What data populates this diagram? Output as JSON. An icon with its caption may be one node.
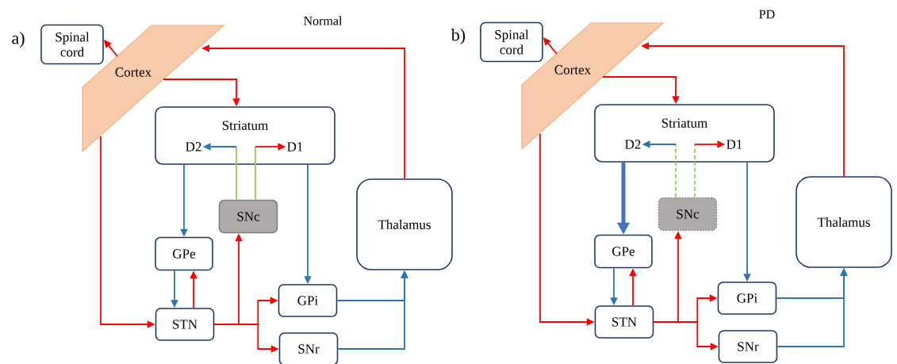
{
  "diagram": {
    "nodes": [
      {
        "text": [
          "Spinal cord"
        ]
      },
      {
        "text": [
          "Cortex"
        ]
      },
      {
        "text": [
          "Striatum"
        ]
      },
      {
        "text": [
          "D2"
        ],
        "in": 2
      },
      {
        "text": [
          "D1"
        ],
        "in": 2
      },
      {
        "text": [
          "SNc"
        ]
      },
      {
        "text": [
          "GPe"
        ]
      },
      {
        "text": [
          "STN"
        ]
      },
      {
        "text": [
          "GPi"
        ]
      },
      {
        "text": [
          "SNr"
        ]
      },
      {
        "text": [
          "Thalamus"
        ]
      },
      {
        "text": [
          "Spinal cord"
        ]
      },
      {
        "text": [
          "Cortex"
        ]
      },
      {
        "text": [
          "Striatum"
        ]
      },
      {
        "text": [
          "D2"
        ],
        "in": 13
      },
      {
        "text": [
          "D1"
        ],
        "in": 13
      },
      {
        "text": [
          "SNc"
        ]
      },
      {
        "text": [
          "GPe"
        ]
      },
      {
        "text": [
          "STN"
        ]
      },
      {
        "text": [
          "GPi"
        ]
      },
      {
        "text": [
          "SNr"
        ]
      },
      {
        "text": [
          "Thalamus"
        ]
      }
    ],
    "edges": [
      {
        "from": 1,
        "to": 0,
        "arrow": "to"
      },
      {
        "from": 1,
        "to": 2,
        "arrow": "to"
      },
      {
        "from": 1,
        "to": 7,
        "arrow": "to"
      },
      {
        "from": 10,
        "to": 1,
        "arrow": "to"
      },
      {
        "from": 5,
        "to": 3,
        "arrow": "to",
        "color": "#92d050"
      },
      {
        "from": 5,
        "to": 4,
        "arrow": "to",
        "color": "#92d050"
      },
      {
        "from": 2,
        "to": 6,
        "arrow": "to",
        "color": "#2e75b6"
      },
      {
        "from": 2,
        "to": 8,
        "arrow": "to",
        "color": "#2e75b6"
      },
      {
        "from": 6,
        "to": 7,
        "arrow": "to",
        "color": "#2e75b6"
      },
      {
        "from": 7,
        "to": 6,
        "arrow": "to"
      },
      {
        "from": 7,
        "to": 5,
        "arrow": "to"
      },
      {
        "from": 7,
        "to": 8,
        "arrow": "to"
      },
      {
        "from": 7,
        "to": 9,
        "arrow": "to"
      },
      {
        "from": 8,
        "to": 10,
        "arrow": "to",
        "color": "#2e75b6"
      },
      {
        "from": 9,
        "to": 10,
        "arrow": "to",
        "color": "#2e75b6"
      },
      {
        "from": 12,
        "to": 11,
        "arrow": "to"
      },
      {
        "from": 12,
        "to": 13,
        "arrow": "to"
      },
      {
        "from": 12,
        "to": 18,
        "arrow": "to"
      },
      {
        "from": 21,
        "to": 12,
        "arrow": "to"
      },
      {
        "from": 16,
        "to": 14,
        "arrow": "to",
        "style": "dashed",
        "color": "#92d050"
      },
      {
        "from": 16,
        "to": 15,
        "arrow": "to",
        "style": "dashed",
        "color": "#92d050"
      },
      {
        "from": 13,
        "to": 17,
        "arrow": "to",
        "style": "thick",
        "color": "#4472c4"
      },
      {
        "from": 13,
        "to": 19,
        "arrow": "to",
        "color": "#2e75b6"
      },
      {
        "from": 17,
        "to": 18,
        "arrow": "to",
        "color": "#2e75b6"
      },
      {
        "from": 18,
        "to": 17,
        "arrow": "to"
      },
      {
        "from": 18,
        "to": 16,
        "arrow": "to"
      },
      {
        "from": 18,
        "to": 19,
        "arrow": "to"
      },
      {
        "from": 18,
        "to": 20,
        "arrow": "to"
      },
      {
        "from": 19,
        "to": 21,
        "arrow": "to",
        "color": "#2e75b6"
      },
      {
        "from": 20,
        "to": 21,
        "arrow": "to",
        "color": "#2e75b6"
      }
    ],
    "labels": [
      "a)",
      "Normal",
      "b)",
      "PD"
    ]
  }
}
